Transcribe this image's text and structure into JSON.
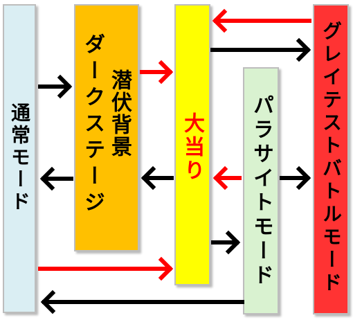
{
  "boxes": {
    "normal": {
      "label": "通常モード",
      "color": "#daeef3"
    },
    "dark_line1": {
      "label": "潜伏背景"
    },
    "dark_line2": {
      "label": "ダークステージ"
    },
    "dark": {
      "color": "#ffc000"
    },
    "jackpot": {
      "label": "大当り",
      "color": "#ffff00",
      "text_color": "#ff0000"
    },
    "parasite": {
      "label": "パラサイトモード",
      "color": "#d9f2d0"
    },
    "greatest": {
      "label": "グレイテストバトルモード",
      "color": "#ff3333"
    }
  },
  "colors": {
    "arrow_black": "#000000",
    "arrow_red": "#ff0000",
    "text": "#000000"
  }
}
